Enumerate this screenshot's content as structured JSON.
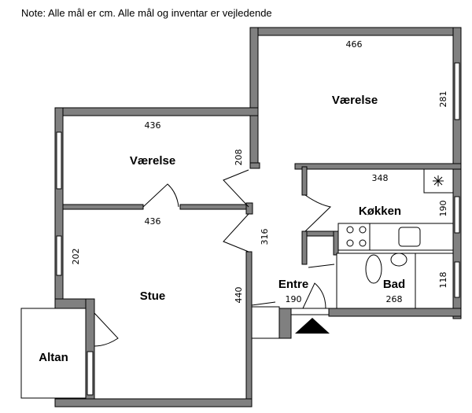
{
  "note": "Note: Alle mål er cm. Alle mål og inventar er vejledende",
  "rooms": {
    "vaerelse_top": {
      "label": "Værelse",
      "width": "466",
      "depth": "281"
    },
    "vaerelse_left": {
      "label": "Værelse",
      "width": "436",
      "depth": "208"
    },
    "stue": {
      "label": "Stue",
      "width": "436",
      "depth_a": "202",
      "depth_b": "440"
    },
    "koekken": {
      "label": "Køkken",
      "width": "348",
      "depth": "190"
    },
    "entre": {
      "label": "Entre",
      "width": "190",
      "depth": "316"
    },
    "bad": {
      "label": "Bad",
      "width": "268",
      "depth": "118"
    },
    "altan": {
      "label": "Altan"
    }
  }
}
